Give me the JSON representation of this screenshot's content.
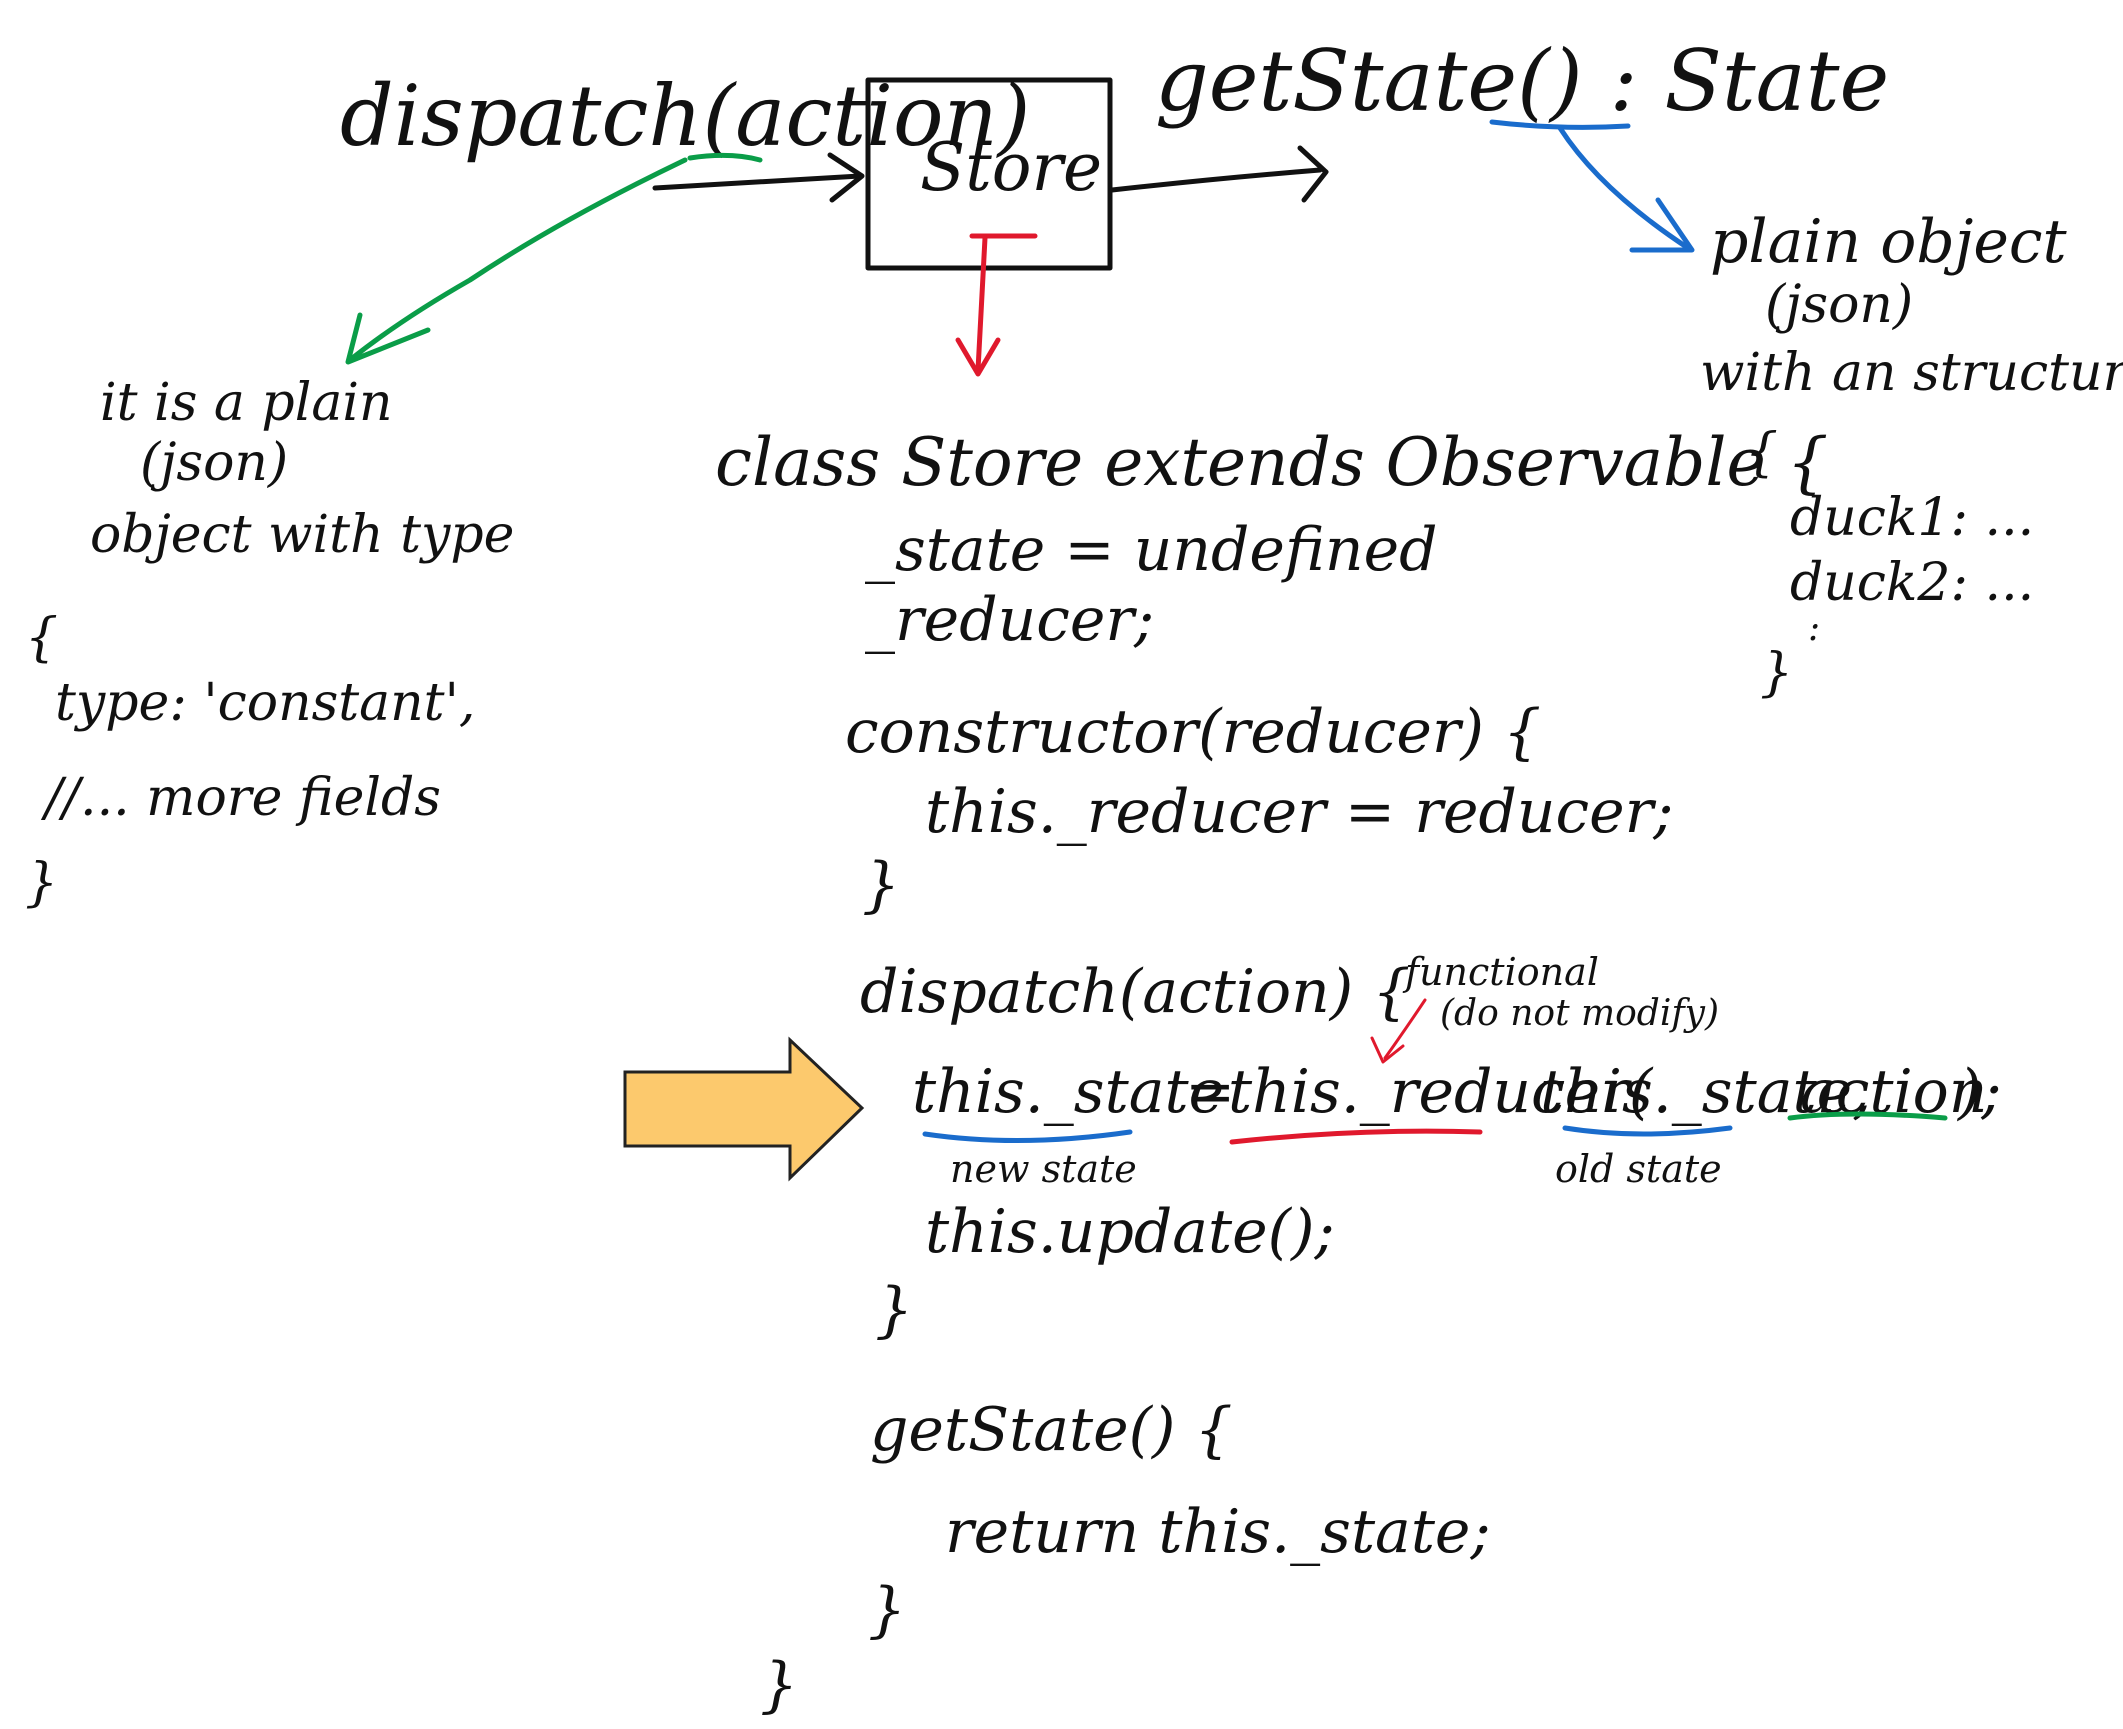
{
  "diagram": {
    "top": {
      "dispatch_label": "dispatch(action)",
      "store_label": "Store",
      "getstate_label": "getState() : State"
    },
    "left_note": {
      "lines": [
        "it is a plain",
        "(json)",
        "object with type"
      ],
      "code": [
        "{",
        "type: 'constant',",
        "//... more fields",
        "}"
      ]
    },
    "right_note": {
      "lines": [
        "plain object",
        "(json)",
        "with an structure"
      ],
      "code": [
        "{",
        "duck1: ...",
        "duck2: ...",
        ":",
        "}"
      ]
    },
    "class_code": {
      "class_line": "class Store extends Observable {",
      "state_field": "_state = undefined",
      "reducer_field": "_reducer;",
      "ctor_line": "constructor(reducer) {",
      "ctor_body": "this._reducer = reducer;",
      "ctor_close": "}",
      "dispatch_line": "dispatch(action) {",
      "assign_lhs": "this._state",
      "assign_eq": "=",
      "assign_call": "this._reducer(",
      "assign_arg1": "this._state,",
      "assign_arg2": "action",
      "assign_end": ");",
      "update_call": "this.update();",
      "dispatch_close": "}",
      "getstate_line": "getState() {",
      "return_line": "return this._state;",
      "getstate_close": "}",
      "class_close": "}"
    },
    "annotations": {
      "functional": "functional",
      "do_not_modify": "(do not modify)",
      "new_state": "new state",
      "old_state": "old state"
    },
    "colors": {
      "ink": "#111111",
      "green": "#0a9d48",
      "blue": "#1a6ccc",
      "red": "#e0192d",
      "highlight_fill": "#fcc96d",
      "highlight_stroke": "#222222"
    }
  }
}
